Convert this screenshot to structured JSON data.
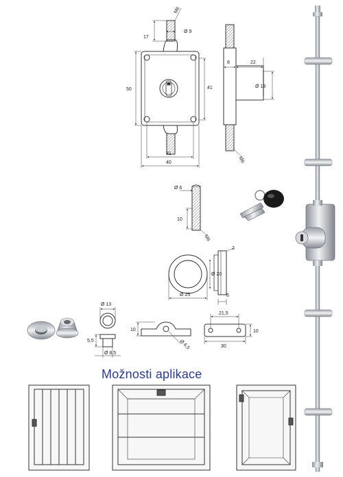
{
  "lock_drawing": {
    "dims": {
      "m6_top": "M6",
      "h17": "17",
      "d9": "Ø 9",
      "h50": "50",
      "h41": "41",
      "w31": "31",
      "w40": "40",
      "w8": "8",
      "w22": "22",
      "d19": "Ø 19",
      "m6_side": "M6"
    }
  },
  "rod_drawing": {
    "d6": "Ø 6",
    "h10": "10",
    "m6": "M6"
  },
  "rosette_drawing": {
    "w2": "2",
    "d20": "Ø 20",
    "d25": "Ø 25",
    "h6": "6"
  },
  "grommet_drawing": {
    "d13": "Ø 13",
    "h55": "5,5",
    "d85": "Ø 8,5"
  },
  "guide_drawing": {
    "h10": "10",
    "d65": "Ø 6,5"
  },
  "plate_drawing": {
    "w215": "21,5",
    "h10": "10",
    "w30": "30"
  },
  "heading": "Možnosti aplikace",
  "colors": {
    "heading": "#2a3a8c",
    "line": "#333333",
    "metal": "#b9bec4"
  },
  "icons": [
    "key-icon",
    "lock-photo",
    "espagnolette-rod-photo",
    "grommet-photo"
  ]
}
